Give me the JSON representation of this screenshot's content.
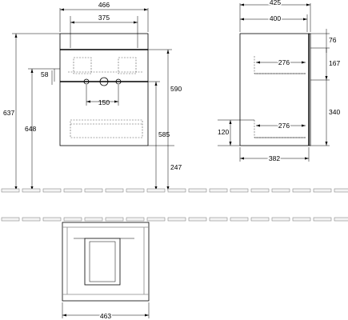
{
  "dimensions": {
    "front_width": "466",
    "front_inner_width": "375",
    "side_depth": "425",
    "side_inner_depth": "400",
    "front_overall_height": "637",
    "front_height_left": "648",
    "front_left_offset": "58",
    "front_height_right": "590",
    "front_lower_height": "585",
    "front_floor_gap": "247",
    "front_holes_spacing": "150",
    "side_top_offset": "76",
    "side_upper_gap": "167",
    "side_upper_drawer": "276",
    "side_lower_drawer": "276",
    "side_lower_gap": "340",
    "side_lower_left": "120",
    "side_bottom_depth": "382",
    "plan_width": "463"
  }
}
